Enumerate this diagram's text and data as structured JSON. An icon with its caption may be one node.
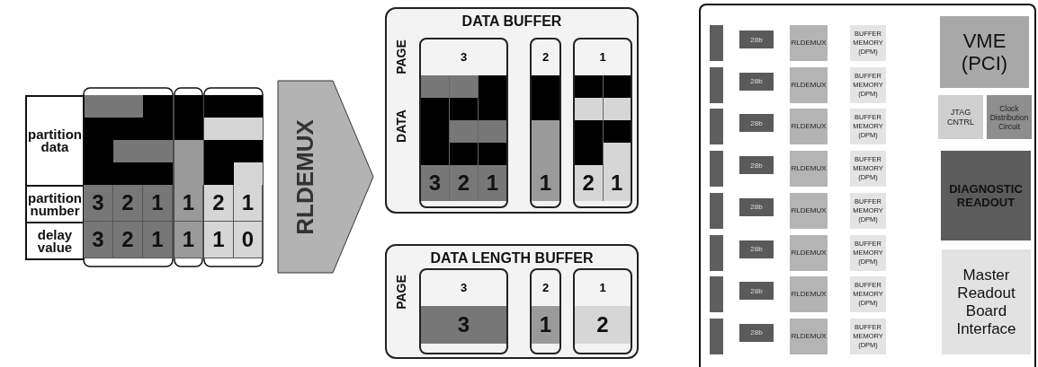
{
  "diagram": {
    "nodes": [
      {
        "text": [
          "RLDEMUX"
        ]
      },
      {
        "text": [
          "DATA BUFFER",
          "PAGE",
          "DATA"
        ]
      },
      {
        "text": [
          "3",
          "3",
          "2",
          "1"
        ],
        "in": 1
      },
      {
        "text": [
          "2",
          "1"
        ],
        "in": 1
      },
      {
        "text": [
          "1",
          "2",
          "1"
        ],
        "in": 1
      },
      {
        "text": [
          "DATA LENGTH BUFFER",
          "PAGE"
        ]
      },
      {
        "text": [
          "3",
          "3"
        ],
        "in": 5
      },
      {
        "text": [
          "2",
          "1"
        ],
        "in": 5
      },
      {
        "text": [
          "1",
          "2"
        ],
        "in": 5
      },
      {
        "text": [],
        "shape": "box"
      },
      {
        "text": [],
        "shape": "bar",
        "in": 9
      },
      {
        "text": [
          "28b"
        ],
        "in": 9
      },
      {
        "text": [
          "RLDEMUX"
        ],
        "in": 9
      },
      {
        "text": [
          "BUFFER MEMORY (DPM)"
        ],
        "in": 9
      },
      {
        "text": [],
        "shape": "bar",
        "in": 9
      },
      {
        "text": [
          "28b"
        ],
        "in": 9
      },
      {
        "text": [
          "RLDEMUX"
        ],
        "in": 9
      },
      {
        "text": [
          "BUFFER MEMORY (DPM)"
        ],
        "in": 9
      },
      {
        "text": [],
        "shape": "bar",
        "in": 9
      },
      {
        "text": [
          "28b"
        ],
        "in": 9
      },
      {
        "text": [
          "RLDEMUX"
        ],
        "in": 9
      },
      {
        "text": [
          "BUFFER MEMORY (DPM)"
        ],
        "in": 9
      },
      {
        "text": [],
        "shape": "bar",
        "in": 9
      },
      {
        "text": [
          "28b"
        ],
        "in": 9
      },
      {
        "text": [
          "RLDEMUX"
        ],
        "in": 9
      },
      {
        "text": [
          "BUFFER MEMORY (DPM)"
        ],
        "in": 9
      },
      {
        "text": [],
        "shape": "bar",
        "in": 9
      },
      {
        "text": [
          "28b"
        ],
        "in": 9
      },
      {
        "text": [
          "RLDEMUX"
        ],
        "in": 9
      },
      {
        "text": [
          "BUFFER MEMORY (DPM)"
        ],
        "in": 9
      },
      {
        "text": [],
        "shape": "bar",
        "in": 9
      },
      {
        "text": [
          "28b"
        ],
        "in": 9
      },
      {
        "text": [
          "RLDEMUX"
        ],
        "in": 9
      },
      {
        "text": [
          "BUFFER MEMORY (DPM)"
        ],
        "in": 9
      },
      {
        "text": [],
        "shape": "bar",
        "in": 9
      },
      {
        "text": [
          "28b"
        ],
        "in": 9
      },
      {
        "text": [
          "RLDEMUX"
        ],
        "in": 9
      },
      {
        "text": [
          "BUFFER MEMORY (DPM)"
        ],
        "in": 9
      },
      {
        "text": [],
        "shape": "bar",
        "in": 9
      },
      {
        "text": [
          "28b"
        ],
        "in": 9
      },
      {
        "text": [
          "RLDEMUX"
        ],
        "in": 9
      },
      {
        "text": [
          "BUFFER MEMORY (DPM)"
        ],
        "in": 9
      },
      {
        "text": [
          "VME (PCI)"
        ],
        "in": 9
      },
      {
        "text": [
          "JTAG CNTRL"
        ],
        "in": 9
      },
      {
        "text": [
          "Clock Distribution Circuit"
        ],
        "in": 9
      },
      {
        "text": [
          "DIAGNOSTIC READOUT"
        ],
        "in": 9
      },
      {
        "text": [
          "Master Readout Board Interface"
        ],
        "in": 9
      }
    ],
    "labels": [
      "partition data",
      "partition number",
      "3",
      "2",
      "1",
      "1",
      "2",
      "1",
      "delay value",
      "3",
      "2",
      "1",
      "1",
      "1",
      "0"
    ]
  }
}
